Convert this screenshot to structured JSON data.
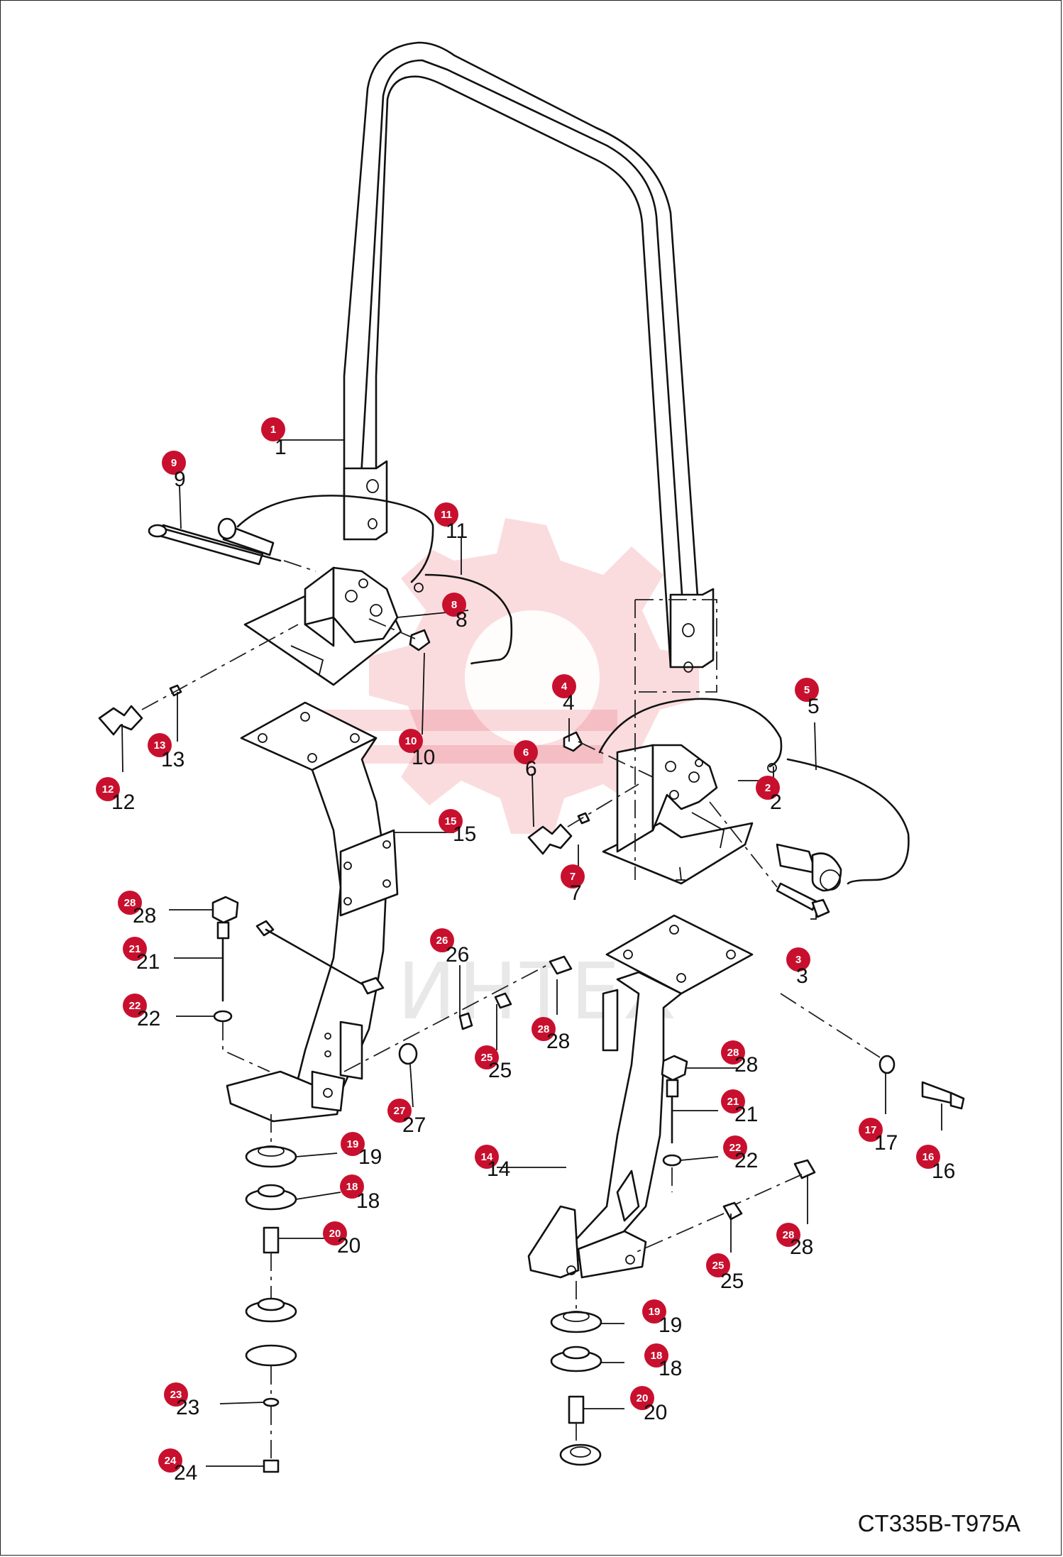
{
  "drawing_code": "CT335B-T975A",
  "watermark_text": "ИНТЕХ",
  "callouts": [
    {
      "id": "1",
      "label": "1"
    },
    {
      "id": "2",
      "label": "2"
    },
    {
      "id": "3",
      "label": "3"
    },
    {
      "id": "4",
      "label": "4"
    },
    {
      "id": "5",
      "label": "5"
    },
    {
      "id": "6",
      "label": "6"
    },
    {
      "id": "7",
      "label": "7"
    },
    {
      "id": "8",
      "label": "8"
    },
    {
      "id": "9",
      "label": "9"
    },
    {
      "id": "10",
      "label": "10"
    },
    {
      "id": "11",
      "label": "11"
    },
    {
      "id": "12",
      "label": "12"
    },
    {
      "id": "13",
      "label": "13"
    },
    {
      "id": "14",
      "label": "14"
    },
    {
      "id": "15",
      "label": "15"
    },
    {
      "id": "16",
      "label": "16"
    },
    {
      "id": "17",
      "label": "17"
    },
    {
      "id": "18a",
      "label": "18"
    },
    {
      "id": "18b",
      "label": "18"
    },
    {
      "id": "19a",
      "label": "19"
    },
    {
      "id": "19b",
      "label": "19"
    },
    {
      "id": "20a",
      "label": "20"
    },
    {
      "id": "20b",
      "label": "20"
    },
    {
      "id": "21a",
      "label": "21"
    },
    {
      "id": "21b",
      "label": "21"
    },
    {
      "id": "22a",
      "label": "22"
    },
    {
      "id": "22b",
      "label": "22"
    },
    {
      "id": "23",
      "label": "23"
    },
    {
      "id": "24",
      "label": "24"
    },
    {
      "id": "25a",
      "label": "25"
    },
    {
      "id": "25b",
      "label": "25"
    },
    {
      "id": "26",
      "label": "26"
    },
    {
      "id": "27",
      "label": "27"
    },
    {
      "id": "28a",
      "label": "28"
    },
    {
      "id": "28b",
      "label": "28"
    },
    {
      "id": "28c",
      "label": "28"
    },
    {
      "id": "28d",
      "label": "28"
    }
  ]
}
